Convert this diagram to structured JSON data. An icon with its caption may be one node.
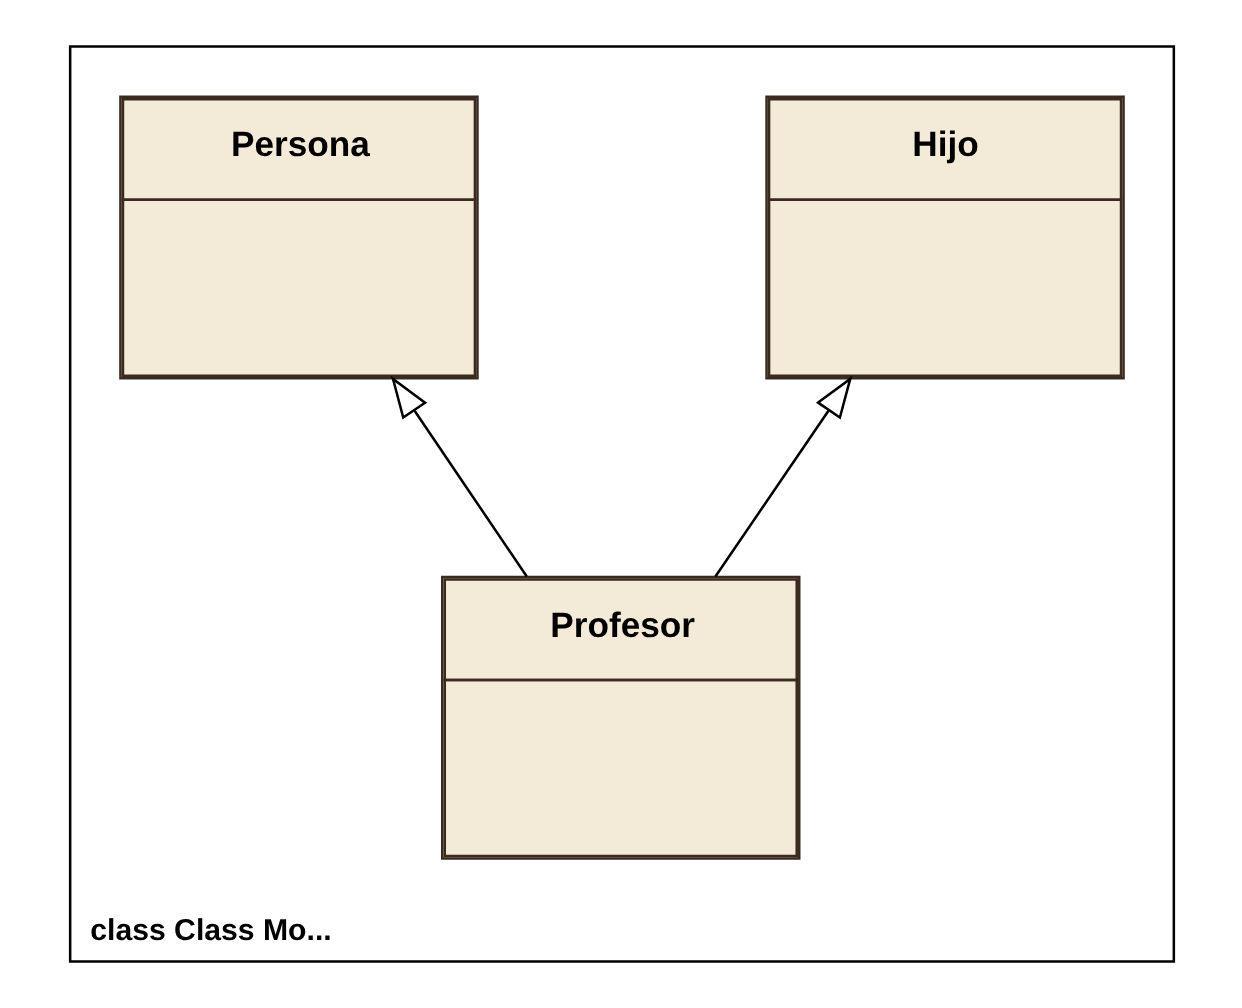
{
  "diagram": {
    "nodes": [
      {
        "text": [
          "class Class Mo..."
        ]
      },
      {
        "text": [
          "Persona"
        ],
        "in": 0
      },
      {
        "text": [
          "Hijo"
        ],
        "in": 0
      },
      {
        "text": [
          "Profesor"
        ],
        "in": 0
      }
    ],
    "edges": [
      {
        "from": 3,
        "to": 1,
        "arrow": "to"
      },
      {
        "from": 3,
        "to": 2,
        "arrow": "to"
      }
    ]
  }
}
